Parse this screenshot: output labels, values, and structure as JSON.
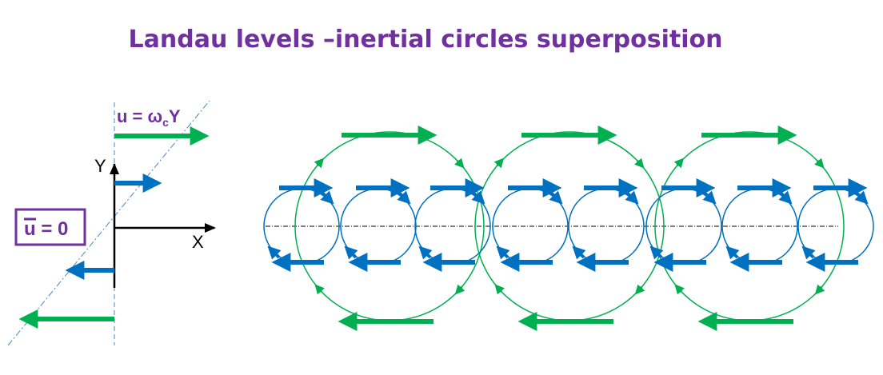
{
  "title": "Landau levels –inertial circles superposition",
  "left_panel": {
    "velocity_label_prefix": "u = ω",
    "velocity_label_sub": "c",
    "velocity_label_suffix": "Y",
    "axis_y_label": "Y",
    "axis_x_label": "X",
    "mean_velocity_label": "u = 0"
  },
  "colors": {
    "title": "#7030a0",
    "small_circles_and_arrows": "#0070c0",
    "large_circles_and_arrows": "#00b050",
    "label_box": "#7030a0"
  }
}
